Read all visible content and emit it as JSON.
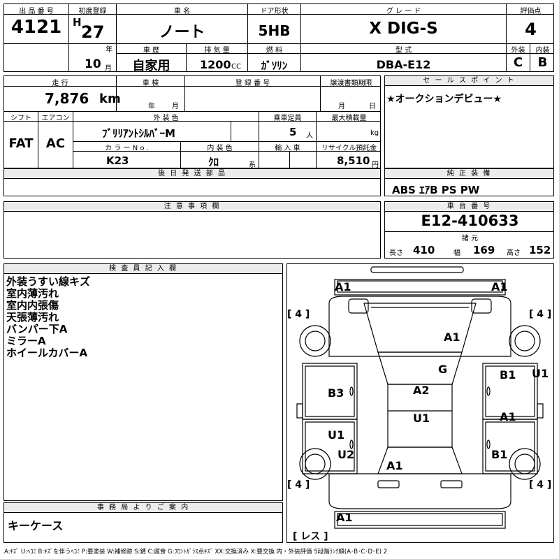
{
  "header": {
    "lot_label": "出 品 番 号",
    "lot": "4121",
    "first_reg_label": "初度登録",
    "era": "H",
    "year": "27",
    "year_unit": "年",
    "month": "10",
    "month_unit": "月",
    "name_label": "車 名",
    "name": "ノート",
    "door_label": "ドア形状",
    "door": "5HB",
    "grade_label": "グ レ ー ド",
    "grade": "X DIG-S",
    "score_label": "評価点",
    "score": "4",
    "history_label": "車 歴",
    "history": "自家用",
    "disp_label": "排 気 量",
    "disp": "1200",
    "disp_unit": "CC",
    "fuel_label": "燃 料",
    "fuel": "ｶﾞｿﾘﾝ",
    "model_label": "型 式",
    "model": "DBA-E12",
    "ext_label": "外装",
    "ext": "C",
    "int_label": "内装",
    "int": "B"
  },
  "row2": {
    "mileage_label": "走 行",
    "mileage": "7,876",
    "mileage_unit": "km",
    "inspect_label": "車 検",
    "inspect_year": "年",
    "inspect_month": "月",
    "reg_label": "登 録 番 号",
    "transfer_label": "譲渡書類期限",
    "transfer_month": "月",
    "transfer_day": "日",
    "sales_label": "セ ー ル ス ポ イ ン ト",
    "sales": "★オークションデビュー★",
    "shift_label": "シフト",
    "shift": "FAT",
    "ac_label": "エアコン",
    "ac": "AC",
    "color_label": "外 装 色",
    "color": "ﾌﾞﾘﾘｱﾝﾄｼﾙﾊﾞｰM",
    "seats_label": "乗車定員",
    "seats": "5",
    "seats_unit": "人",
    "load_label": "最大積載量",
    "load_unit": "kg",
    "colorno_label": "カ ラ ー N o .",
    "colorno": "K23",
    "intcolor_label": "内 装 色",
    "intcolor": "ｸﾛ",
    "intcolor_unit": "系",
    "import_label": "輸 入 車",
    "recycle_label": "リサイクル預託金",
    "recycle": "8,510",
    "recycle_unit": "円"
  },
  "later_label": "後 日 発 送 部 品",
  "equip_label": "純 正 装 備",
  "equip": "ABS ｴｱB PS PW",
  "notes_label": "注 意 事 項 欄",
  "vin_label": "車 台 番 号",
  "vin": "E12-410633",
  "spec_label": "諸 元",
  "spec": {
    "len_label": "長さ",
    "len": "410",
    "wid_label": "幅",
    "wid": "169",
    "hei_label": "高さ",
    "hei": "152"
  },
  "inspector_label": "検 査 員 記 入 欄",
  "inspector_lines": [
    "外装うすい線キズ",
    "室内薄汚れ",
    "室内内張傷",
    "天張薄汚れ",
    "バンパー下A",
    "ミラーA",
    "ホイールカバーA"
  ],
  "office_label": "事 務 局 よ り ご 案 内",
  "office": "キーケース",
  "legend": "A:ｷｽﾞ U:ﾍｺﾐ B:ｷｽﾞを伴うﾍｺﾐ P:要塗装 W:補修跡 S:錆 C:腐食 G:ﾌﾛﾝﾄｶﾞﾗｽ点ｷｽﾞ XX:交換済み X:要交換 内・外装評価 5段階ﾗﾝｸ順(A･B･C･D･E) 2",
  "diagram": {
    "marks": [
      "A1",
      "A1",
      "A1",
      "G",
      "A2",
      "U1",
      "B3",
      "U1",
      "U2",
      "A1",
      "B1",
      "A1",
      "B1",
      "U1",
      "A1"
    ],
    "tires": [
      "[ 4 ]",
      "[ 4 ]",
      "[ 4 ]",
      "[ 4 ]"
    ],
    "less": "[ レス ]"
  }
}
